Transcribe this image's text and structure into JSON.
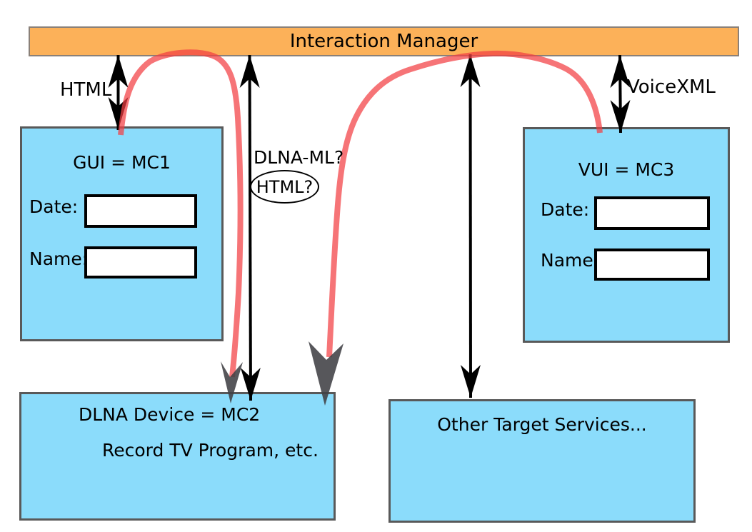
{
  "diagram": {
    "title_bar": {
      "label": "Interaction Manager"
    },
    "edge_labels": {
      "html": "HTML",
      "dlna_ml": "DLNA-ML?",
      "html_q": "HTML?",
      "voicexml": "VoiceXML"
    },
    "gui_box": {
      "title": "GUI = MC1",
      "date_label": "Date:",
      "date_value": "",
      "name_label": "Name:",
      "name_value": ""
    },
    "vui_box": {
      "title": "VUI = MC3",
      "date_label": "Date:",
      "date_value": "",
      "name_label": "Name:",
      "name_value": ""
    },
    "dlna_box": {
      "title": "DLNA Device = MC2",
      "subtitle": "Record TV Program, etc."
    },
    "other_box": {
      "title": "Other Target Services..."
    },
    "colors": {
      "bar_fill": "#FCB159",
      "box_fill": "#8BDCFB",
      "box_border": "#595959",
      "red_flow": "#F23E42",
      "gray_arrowhead": "#404044",
      "arrow_black": "#000000"
    }
  }
}
